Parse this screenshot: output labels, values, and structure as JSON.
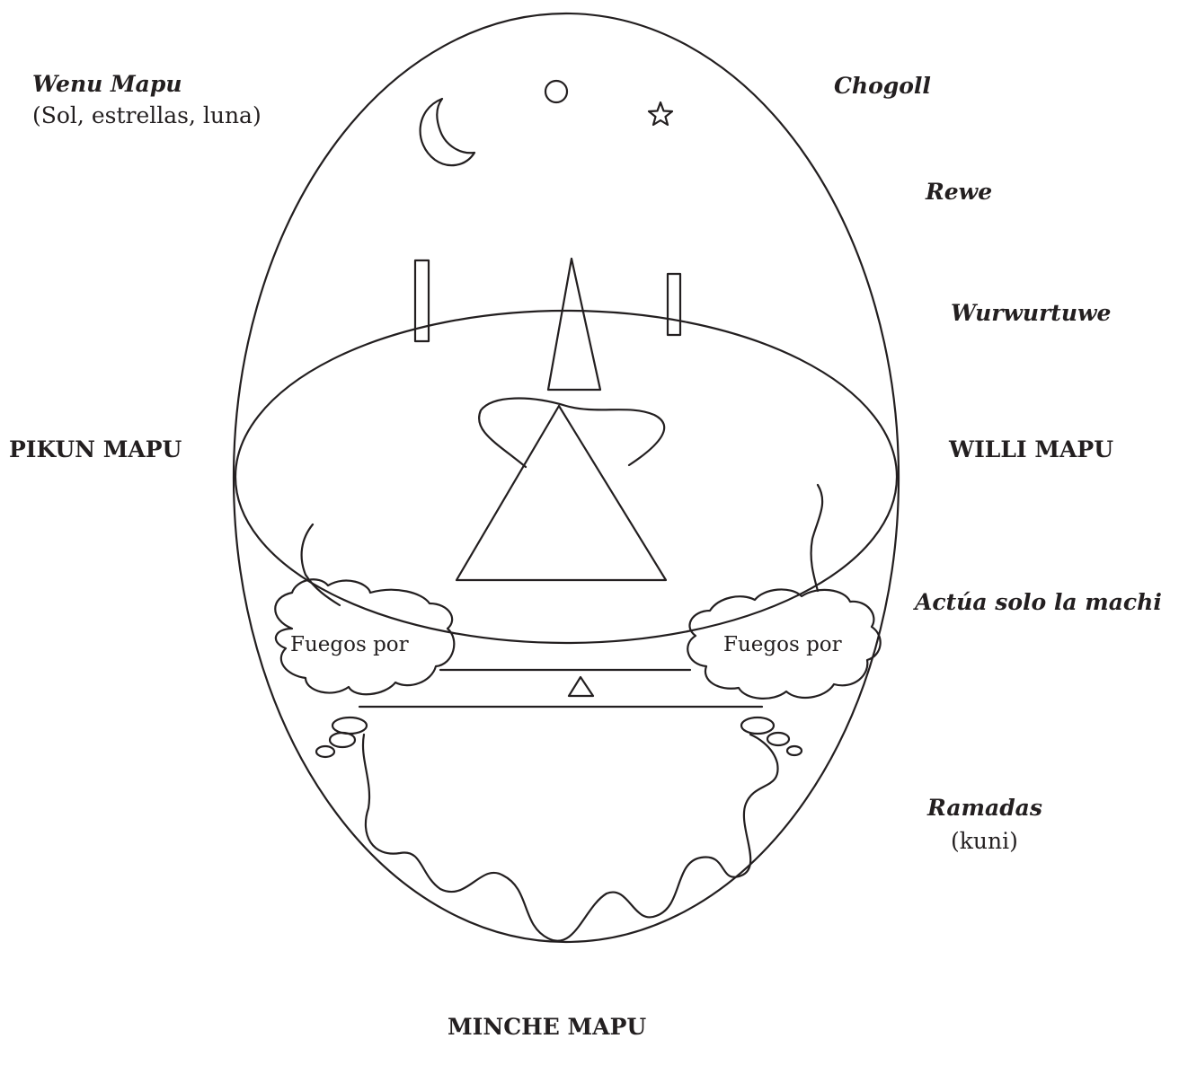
{
  "labels": {
    "wenu_mapu": "Wenu Mapu",
    "wenu_mapu_sub": "(Sol, estrellas, luna)",
    "chogoll": "Chogoll",
    "rewe": "Rewe",
    "wurwurtuwe": "Wurwurtuwe",
    "pikun_mapu": "PIKUN MAPU",
    "willi_mapu": "WILLI MAPU",
    "actua": "Actúa solo la machi",
    "ramadas": "Ramadas",
    "ramadas_sub": "(kuni)",
    "minche_mapu": "MINCHE MAPU",
    "fuegos_left": "Fuegos por",
    "fuegos_right": "Fuegos por"
  },
  "colors": {
    "stroke": "#231f20",
    "background": "#ffffff"
  }
}
